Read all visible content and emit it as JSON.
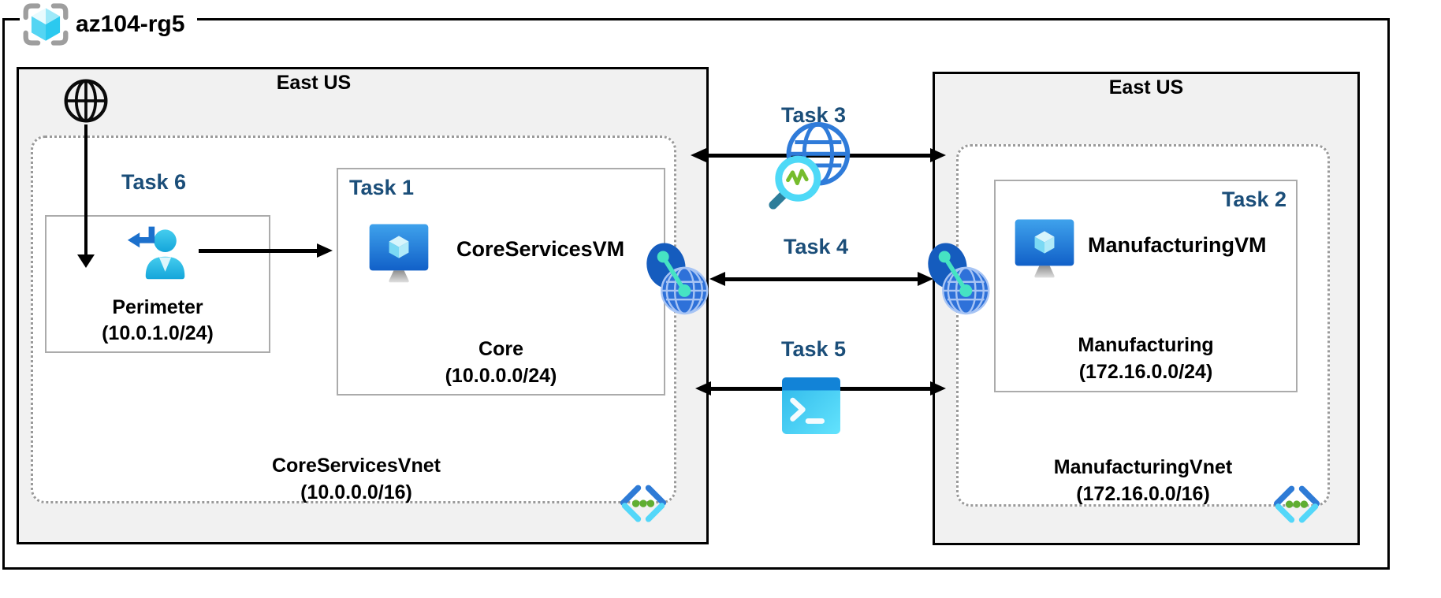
{
  "resource_group": {
    "label": "az104-rg5"
  },
  "colors": {
    "task_label": "#1B4E79",
    "region_fill": "#F1F1F1",
    "azure_blue": "#2E76D9",
    "cyan": "#50E6FF",
    "link_green": "#46E3C3",
    "dot_green": "#5FAE32"
  },
  "left_region": {
    "location": "East US",
    "vnet_name": "CoreServicesVnet",
    "vnet_cidr": "(10.0.0.0/16)",
    "perimeter_subnet": {
      "task_label": "Task 6",
      "name": "Perimeter",
      "cidr": "(10.0.1.0/24)",
      "icon": "subnet-user-icon"
    },
    "core_subnet": {
      "task_label": "Task 1",
      "vm_name": "CoreServicesVM",
      "name": "Core",
      "cidr": "(10.0.0.0/24)",
      "icon": "virtual-machine-icon"
    },
    "icons": [
      "internet-globe-icon",
      "virtual-network-icon"
    ]
  },
  "right_region": {
    "location": "East US",
    "vnet_name": "ManufacturingVnet",
    "vnet_cidr": "(172.16.0.0/16)",
    "manufacturing_subnet": {
      "task_label": "Task 2",
      "vm_name": "ManufacturingVM",
      "name": "Manufacturing",
      "cidr": "(172.16.0.0/24)",
      "icon": "virtual-machine-icon"
    },
    "icons": [
      "virtual-network-icon"
    ]
  },
  "connections": {
    "task3": {
      "label": "Task 3",
      "icon": "network-watcher-icon"
    },
    "task4": {
      "label": "Task 4",
      "icon": "vnet-peering-icon"
    },
    "task5": {
      "label": "Task 5",
      "icon": "cloud-shell-icon"
    }
  }
}
